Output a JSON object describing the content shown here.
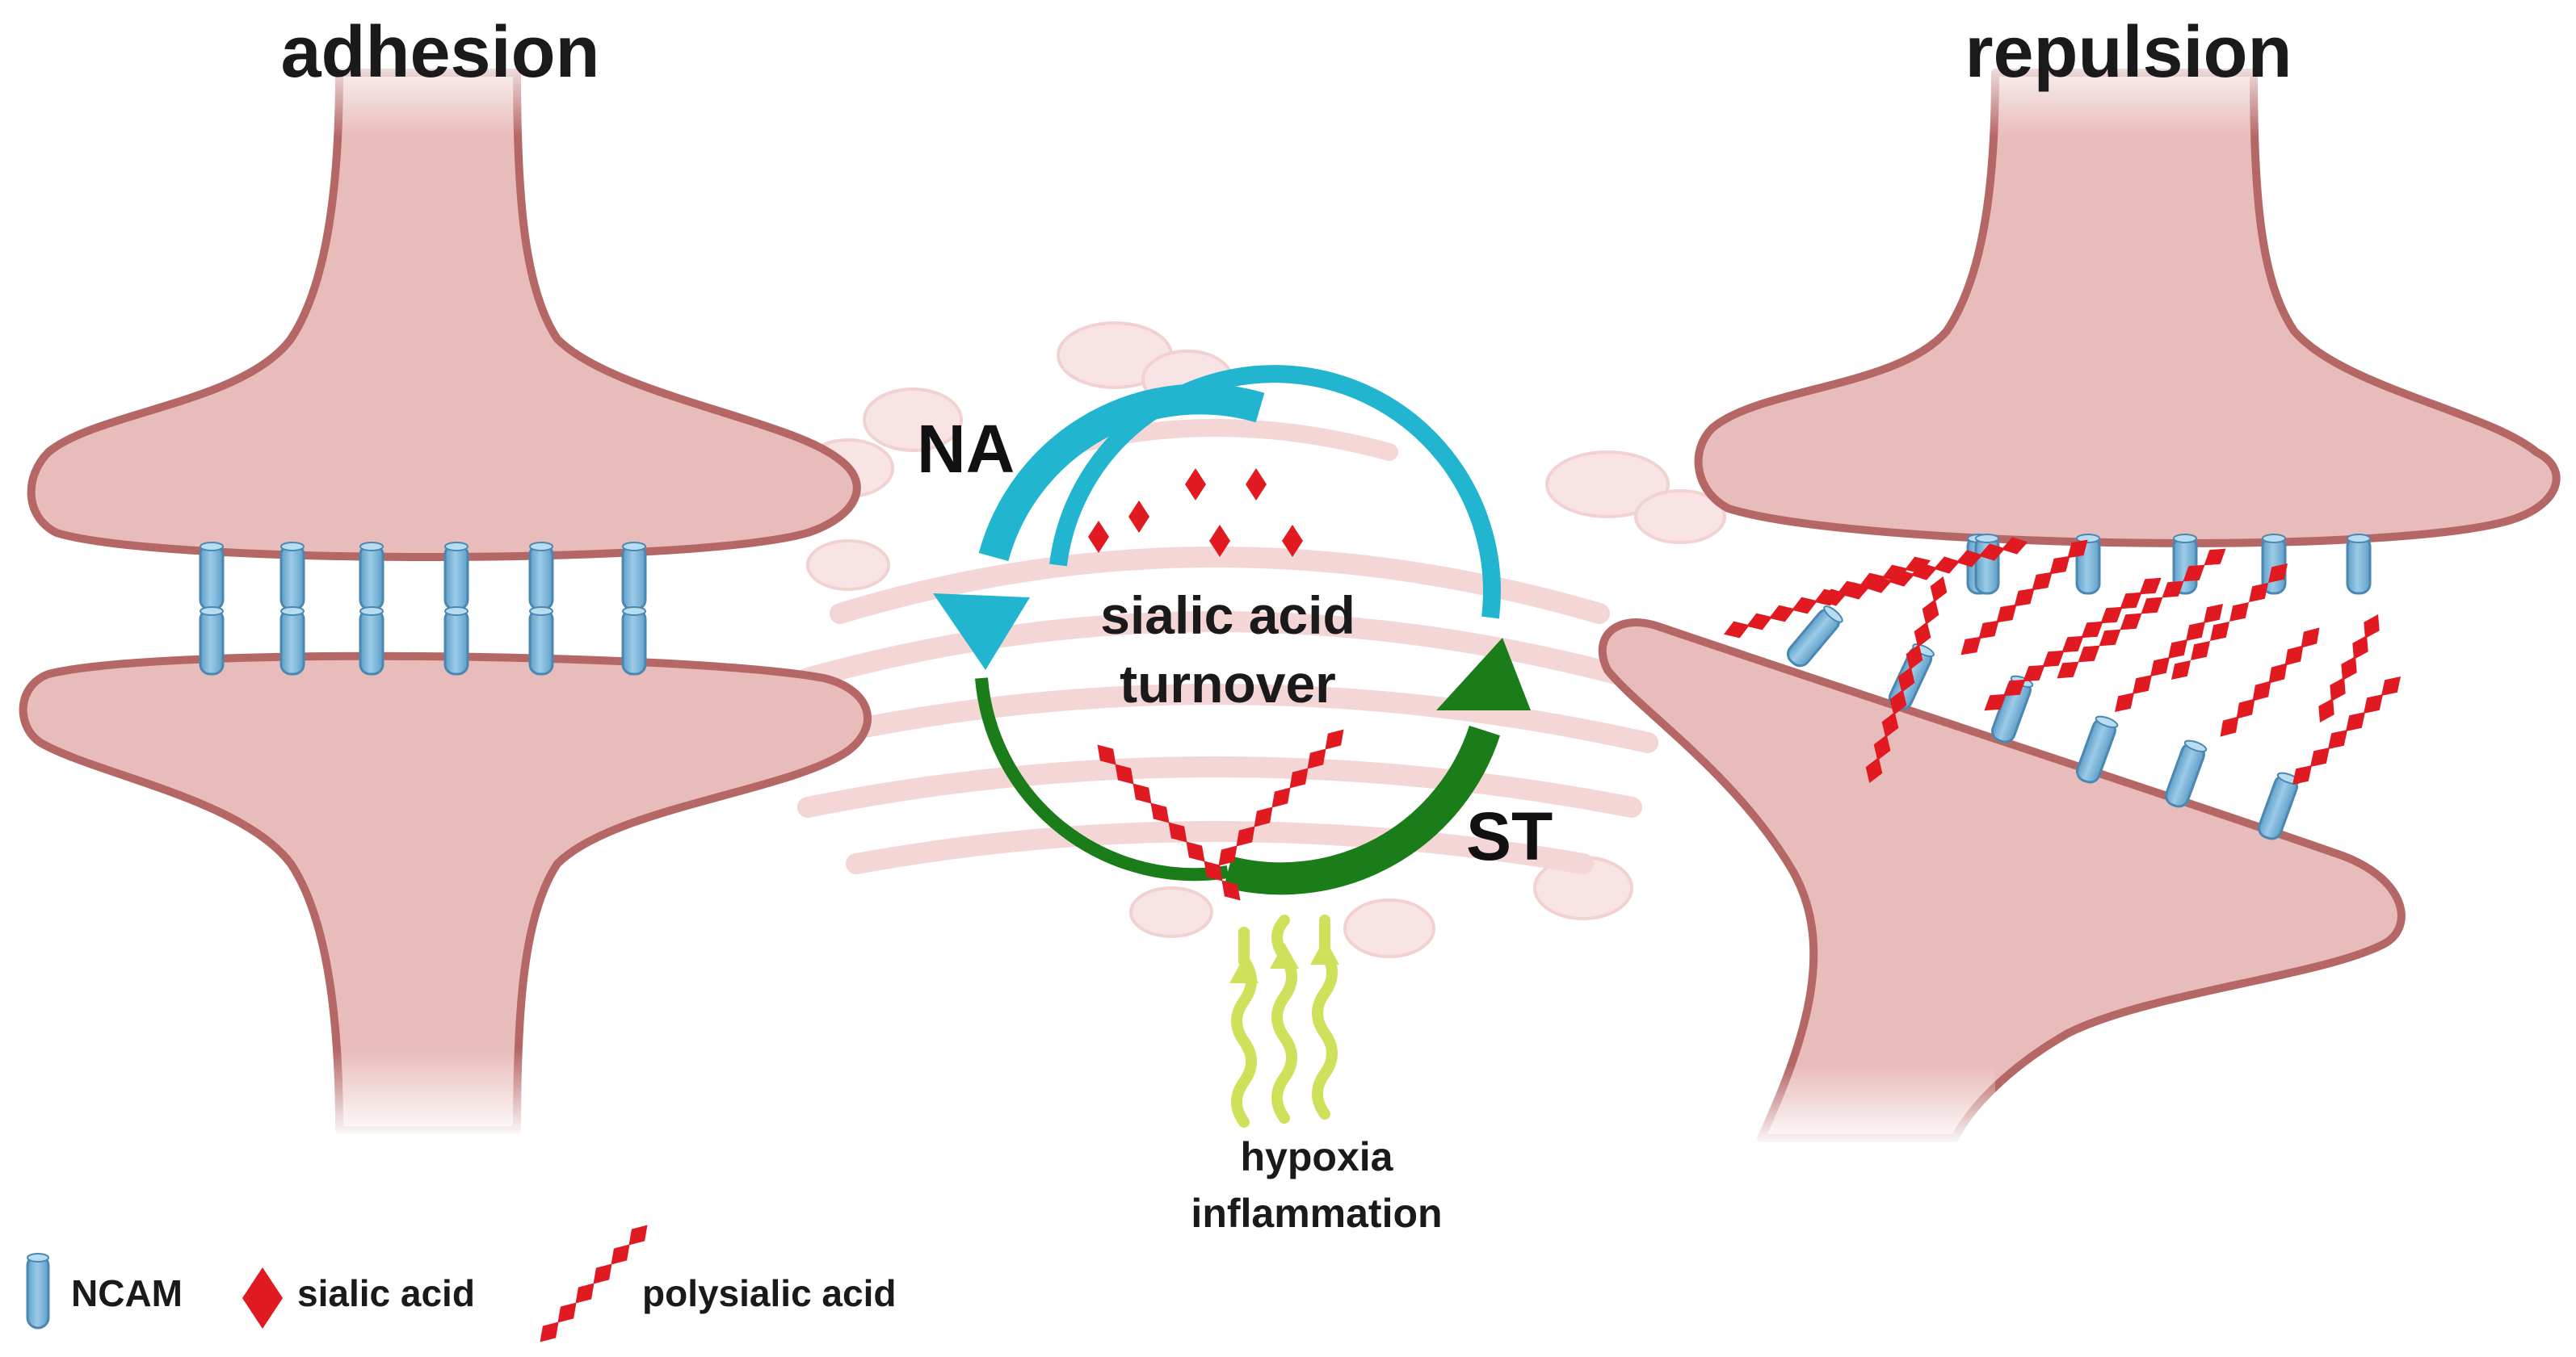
{
  "titles": {
    "left": "adhesion",
    "right": "repulsion"
  },
  "center": {
    "line1": "sialic acid",
    "line2": "turnover",
    "na": "NA",
    "st": "ST",
    "stimulus_line1": "hypoxia",
    "stimulus_line2": "inflammation"
  },
  "legend": {
    "ncam": "NCAM",
    "sialic": "sialic acid",
    "polysialic": "polysialic acid"
  },
  "colors": {
    "cell_fill": "#e8bcbb",
    "cell_stroke": "#b56766",
    "ncam": "#7fb8dc",
    "sialic": "#e11a22",
    "na_arrow": "#21b5cf",
    "st_arrow": "#1a7d1a",
    "stimulus": "#cfe05a",
    "golgi": "#f6dcdc"
  }
}
